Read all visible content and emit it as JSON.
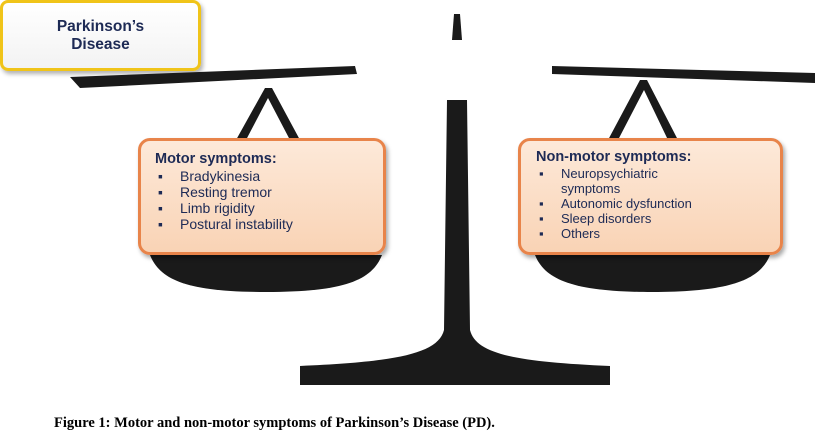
{
  "center_title": "Parkinson’s\nDisease",
  "motor": {
    "title": "Motor symptoms:",
    "items": [
      "Bradykinesia",
      "Resting tremor",
      "Limb rigidity",
      "Postural instability"
    ]
  },
  "nonmotor": {
    "title": "Non-motor symptoms:",
    "items": [
      "Neuropsychiatric\nsymptoms",
      "Autonomic dysfunction",
      "Sleep disorders",
      "Others"
    ]
  },
  "bullet_char": "▪",
  "caption": "Figure 1: Motor and non-motor symptoms of Parkinson’s Disease (PD).",
  "colors": {
    "scale": "#1a1a1a",
    "box_border": "#e8844a",
    "title_border": "#f0c419",
    "text": "#1d2a55"
  }
}
